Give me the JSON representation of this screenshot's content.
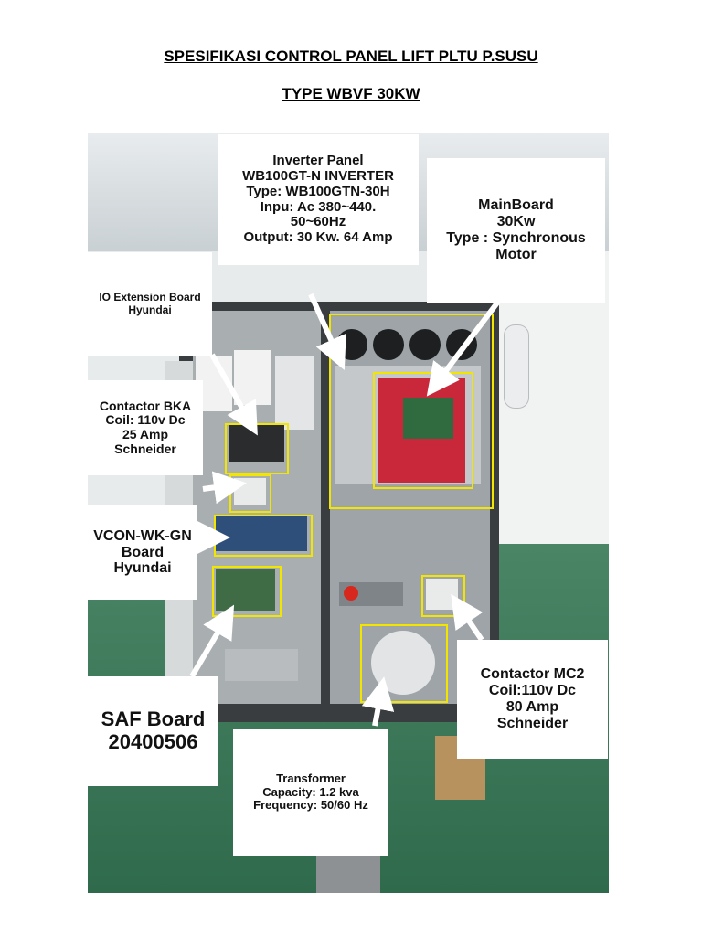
{
  "document": {
    "title": "SPESIFIKASI CONTROL PANEL LIFT PLTU P.SUSU",
    "subtitle": "TYPE WBVF 30KW"
  },
  "labels": {
    "inverter_panel": [
      "Inverter Panel",
      "WB100GT-N INVERTER",
      "Type: WB100GTN-30H",
      "Inpu: Ac 380~440.",
      "50~60Hz",
      "Output: 30 Kw. 64 Amp"
    ],
    "mainboard": [
      "MainBoard",
      "30Kw",
      "Type : Synchronous",
      "Motor"
    ],
    "io_extension": [
      "IO Extension Board",
      "Hyundai"
    ],
    "contactor_bka": [
      "Contactor BKA",
      "Coil: 110v Dc",
      "25 Amp",
      "Schneider"
    ],
    "vcon_board": [
      "VCON-WK-GN",
      "Board",
      "Hyundai"
    ],
    "saf_board": [
      "SAF Board",
      "20400506"
    ],
    "transformer": [
      "Transformer",
      "Capacity: 1.2 kva",
      "Frequency: 50/60 Hz"
    ],
    "contactor_mc2": [
      "Contactor MC2",
      "Coil:110v Dc",
      "80 Amp",
      "Schneider"
    ]
  },
  "colors": {
    "highlight": "#f2e600",
    "arrow": "#ffffff",
    "pcb_red": "#c8283a",
    "pcb_green": "#2f6b3e",
    "floor": "#3f7a58"
  }
}
